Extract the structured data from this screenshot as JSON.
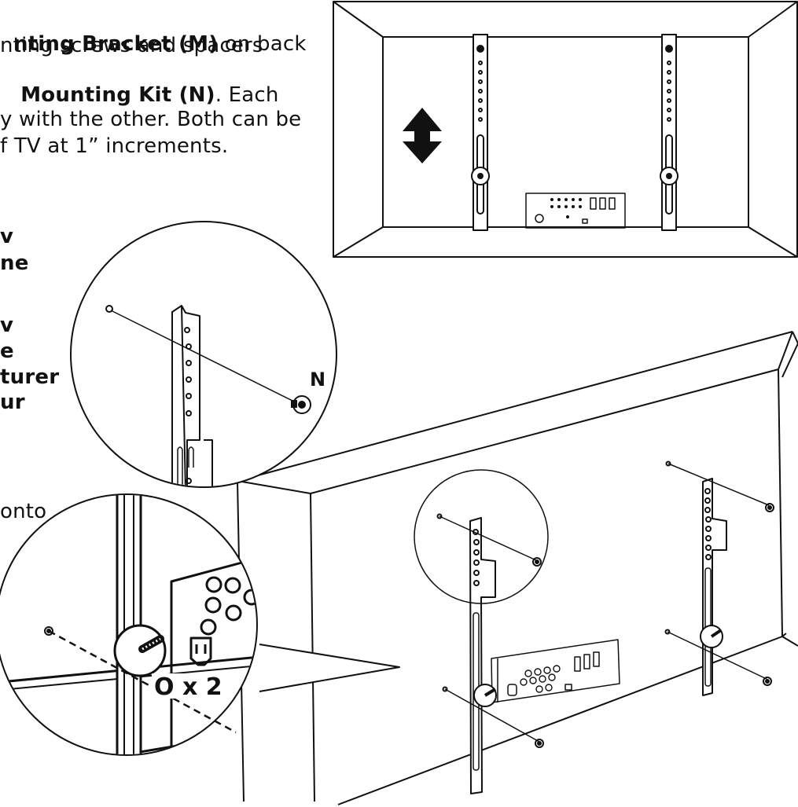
{
  "instructions": {
    "line1_bold": "nting Bracket (M)",
    "line1_rest": " on back",
    "line2": "nting screws and spacers",
    "line3_bold": " Mounting Kit (N)",
    "line3_rest": ". Each",
    "line4": "y with the other. Both can be",
    "line5": "f TV at 1” increments."
  },
  "warning_fragments": [
    "v",
    "ne",
    "v",
    "e",
    "turer",
    "ur"
  ],
  "fragment_onto": "onto",
  "callouts": {
    "screw_label": "N",
    "spacer_label": "O x 2"
  },
  "colors": {
    "ink": "#111111",
    "paper": "#ffffff"
  }
}
